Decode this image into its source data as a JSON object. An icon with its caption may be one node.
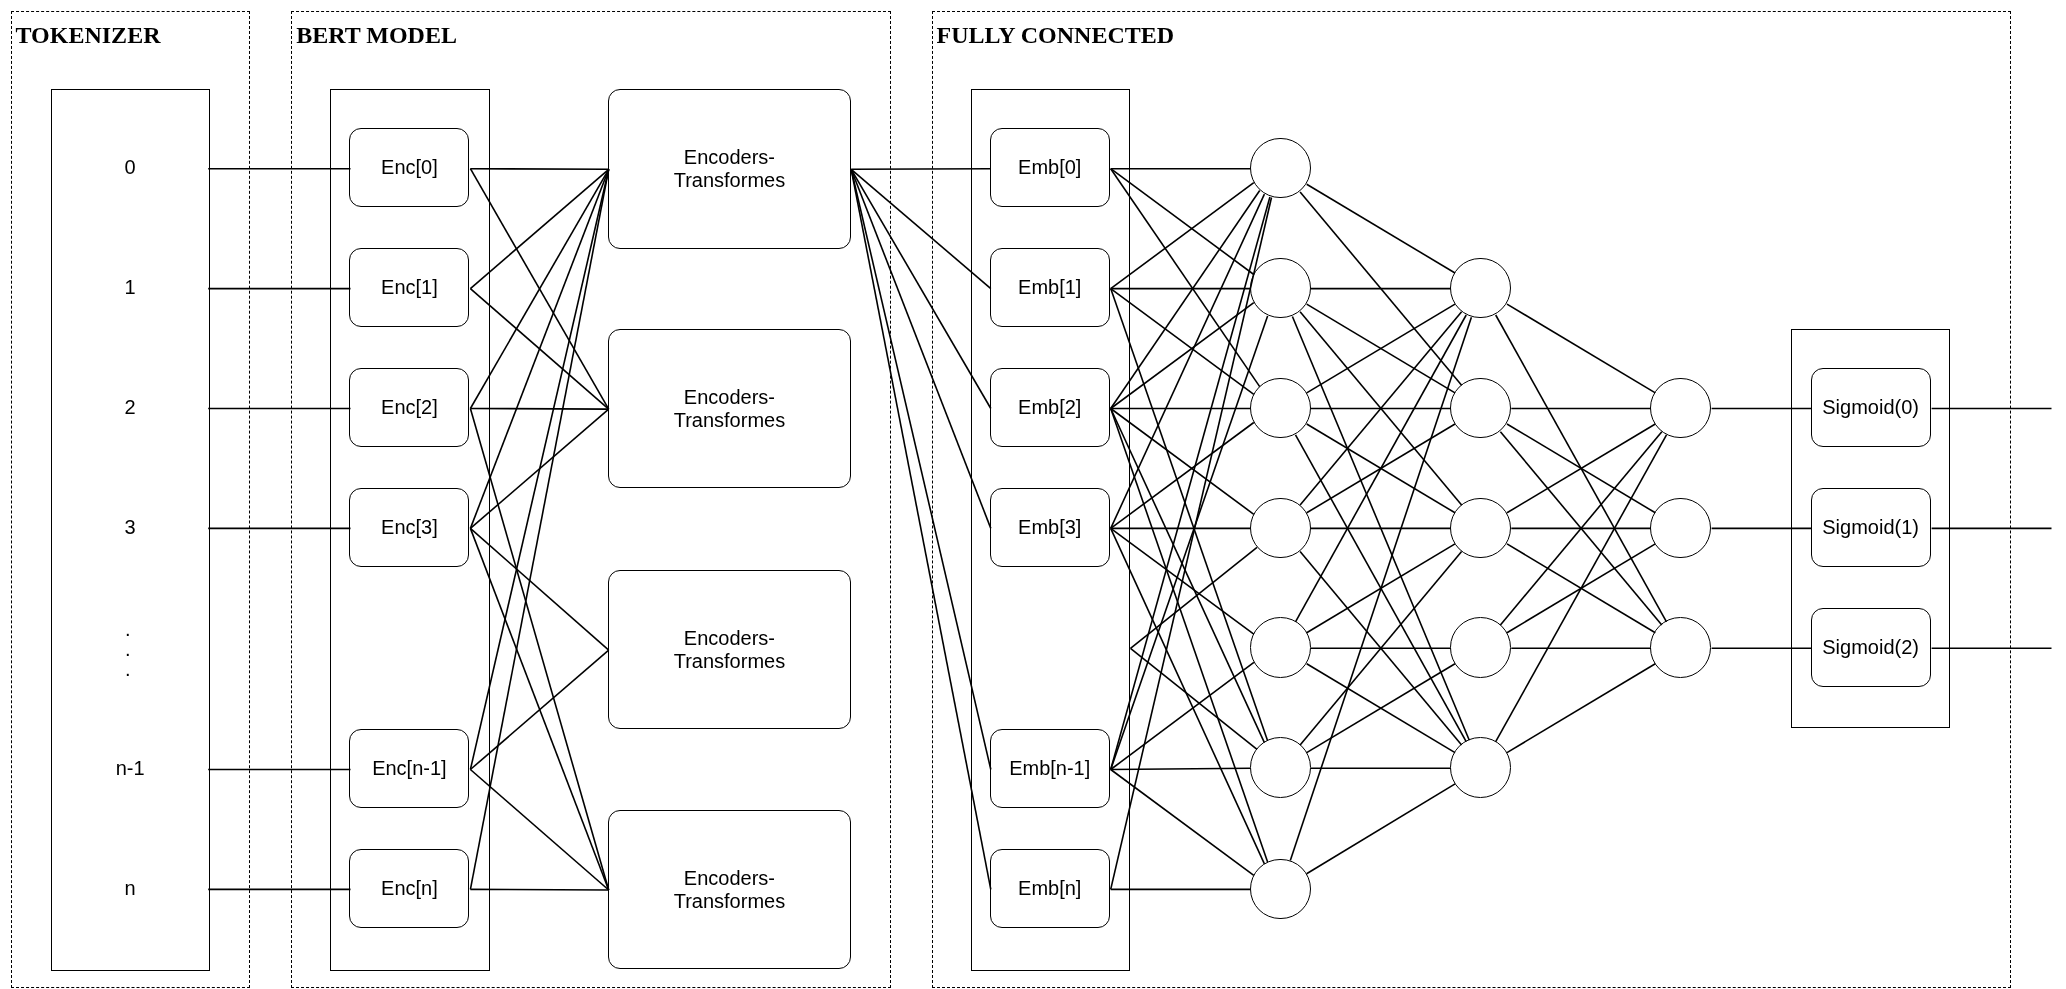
{
  "diagram": {
    "nodes": [
      {
        "text": [
          "TOKENIZER"
        ]
      },
      {
        "text": [],
        "shape": "box",
        "in": 0
      },
      {
        "text": [
          "0"
        ],
        "in": 1
      },
      {
        "text": [
          "1"
        ],
        "in": 1
      },
      {
        "text": [
          "2"
        ],
        "in": 1
      },
      {
        "text": [
          "3"
        ],
        "in": 1
      },
      {
        "text": [
          "n-1"
        ],
        "in": 1
      },
      {
        "text": [
          "n"
        ],
        "in": 1
      },
      {
        "text": [
          "BERT MODEL"
        ]
      },
      {
        "text": [],
        "shape": "box",
        "in": 8
      },
      {
        "text": [
          "Enc[0]"
        ],
        "in": 9
      },
      {
        "text": [
          "Enc[1]"
        ],
        "in": 9
      },
      {
        "text": [
          "Enc[2]"
        ],
        "in": 9
      },
      {
        "text": [
          "Enc[3]"
        ],
        "in": 9
      },
      {
        "text": [
          "Enc[n-1]"
        ],
        "in": 9
      },
      {
        "text": [
          "Enc[n]"
        ],
        "in": 9
      },
      {
        "text": [
          "Encoders- Transformes"
        ],
        "in": 8
      },
      {
        "text": [
          "Encoders- Transformes"
        ],
        "in": 8
      },
      {
        "text": [
          "Encoders- Transformes"
        ],
        "in": 8
      },
      {
        "text": [
          "Encoders- Transformes"
        ],
        "in": 8
      },
      {
        "text": [
          "FULLY CONNECTED"
        ]
      },
      {
        "text": [],
        "shape": "box",
        "in": 20
      },
      {
        "text": [
          "Emb[0]"
        ],
        "in": 21
      },
      {
        "text": [
          "Emb[1]"
        ],
        "in": 21
      },
      {
        "text": [
          "Emb[2]"
        ],
        "in": 21
      },
      {
        "text": [
          "Emb[3]"
        ],
        "in": 21
      },
      {
        "text": [
          "Emb[n-1]"
        ],
        "in": 21
      },
      {
        "text": [
          "Emb[n]"
        ],
        "in": 21
      },
      {
        "text": [],
        "shape": "circle",
        "in": 20
      },
      {
        "text": [],
        "shape": "circle",
        "in": 20
      },
      {
        "text": [],
        "shape": "circle",
        "in": 20
      },
      {
        "text": [],
        "shape": "circle",
        "in": 20
      },
      {
        "text": [],
        "shape": "circle",
        "in": 20
      },
      {
        "text": [],
        "shape": "circle",
        "in": 20
      },
      {
        "text": [],
        "shape": "circle",
        "in": 20
      },
      {
        "text": [],
        "shape": "circle",
        "in": 20
      },
      {
        "text": [],
        "shape": "circle",
        "in": 20
      },
      {
        "text": [],
        "shape": "circle",
        "in": 20
      },
      {
        "text": [],
        "shape": "circle",
        "in": 20
      },
      {
        "text": [],
        "shape": "circle",
        "in": 20
      },
      {
        "text": [],
        "shape": "circle",
        "in": 20
      },
      {
        "text": [],
        "shape": "circle",
        "in": 20
      },
      {
        "text": [],
        "shape": "circle",
        "in": 20
      },
      {
        "text": [],
        "shape": "box",
        "in": 20
      },
      {
        "text": [
          "Sigmoid(0)"
        ],
        "in": 43
      },
      {
        "text": [
          "Sigmoid(1)"
        ],
        "in": 43
      },
      {
        "text": [
          "Sigmoid(2)"
        ],
        "in": 43
      }
    ],
    "edges": [
      {
        "from": 2,
        "to": 10,
        "arrow": "none"
      },
      {
        "from": 3,
        "to": 11,
        "arrow": "none"
      },
      {
        "from": 4,
        "to": 12,
        "arrow": "none"
      },
      {
        "from": 5,
        "to": 13,
        "arrow": "none"
      },
      {
        "from": 6,
        "to": 14,
        "arrow": "none"
      },
      {
        "from": 7,
        "to": 15,
        "arrow": "none"
      },
      {
        "from": 10,
        "to": 16,
        "arrow": "none"
      },
      {
        "from": 10,
        "to": 17,
        "arrow": "none"
      },
      {
        "from": 11,
        "to": 16,
        "arrow": "none"
      },
      {
        "from": 11,
        "to": 17,
        "arrow": "none"
      },
      {
        "from": 12,
        "to": 16,
        "arrow": "none"
      },
      {
        "from": 12,
        "to": 17,
        "arrow": "none"
      },
      {
        "from": 12,
        "to": 19,
        "arrow": "none"
      },
      {
        "from": 13,
        "to": 16,
        "arrow": "none"
      },
      {
        "from": 13,
        "to": 17,
        "arrow": "none"
      },
      {
        "from": 13,
        "to": 18,
        "arrow": "none"
      },
      {
        "from": 13,
        "to": 19,
        "arrow": "none"
      },
      {
        "from": 14,
        "to": 16,
        "arrow": "none"
      },
      {
        "from": 14,
        "to": 18,
        "arrow": "none"
      },
      {
        "from": 14,
        "to": 19,
        "arrow": "none"
      },
      {
        "from": 15,
        "to": 16,
        "arrow": "none"
      },
      {
        "from": 15,
        "to": 19,
        "arrow": "none"
      },
      {
        "from": 16,
        "to": 22,
        "arrow": "none"
      },
      {
        "from": 16,
        "to": 23,
        "arrow": "none"
      },
      {
        "from": 16,
        "to": 24,
        "arrow": "none"
      },
      {
        "from": 16,
        "to": 25,
        "arrow": "none"
      },
      {
        "from": 16,
        "to": 26,
        "arrow": "none"
      },
      {
        "from": 16,
        "to": 27,
        "arrow": "none"
      },
      {
        "from": 22,
        "to": 28,
        "arrow": "none"
      },
      {
        "from": 22,
        "to": 29,
        "arrow": "none"
      },
      {
        "from": 22,
        "to": 30,
        "arrow": "none"
      },
      {
        "from": 23,
        "to": 28,
        "arrow": "none"
      },
      {
        "from": 23,
        "to": 29,
        "arrow": "none"
      },
      {
        "from": 23,
        "to": 30,
        "arrow": "none"
      },
      {
        "from": 23,
        "to": 33,
        "arrow": "none"
      },
      {
        "from": 24,
        "to": 28,
        "arrow": "none"
      },
      {
        "from": 24,
        "to": 29,
        "arrow": "none"
      },
      {
        "from": 24,
        "to": 30,
        "arrow": "none"
      },
      {
        "from": 24,
        "to": 31,
        "arrow": "none"
      },
      {
        "from": 24,
        "to": 33,
        "arrow": "none"
      },
      {
        "from": 24,
        "to": 34,
        "arrow": "none"
      },
      {
        "from": 25,
        "to": 28,
        "arrow": "none"
      },
      {
        "from": 25,
        "to": 30,
        "arrow": "none"
      },
      {
        "from": 25,
        "to": 31,
        "arrow": "none"
      },
      {
        "from": 25,
        "to": 32,
        "arrow": "none"
      },
      {
        "from": 25,
        "to": 34,
        "arrow": "none"
      },
      {
        "from": 26,
        "to": 28,
        "arrow": "none"
      },
      {
        "from": 26,
        "to": 29,
        "arrow": "none"
      },
      {
        "from": 26,
        "to": 32,
        "arrow": "none"
      },
      {
        "from": 26,
        "to": 33,
        "arrow": "none"
      },
      {
        "from": 26,
        "to": 34,
        "arrow": "none"
      },
      {
        "from": 27,
        "to": 28,
        "arrow": "none"
      },
      {
        "from": 27,
        "to": 34,
        "arrow": "none"
      },
      {
        "from": 21,
        "to": 31,
        "arrow": "none"
      },
      {
        "from": 21,
        "to": 33,
        "arrow": "none"
      },
      {
        "from": 28,
        "to": 35,
        "arrow": "none"
      },
      {
        "from": 28,
        "to": 36,
        "arrow": "none"
      },
      {
        "from": 29,
        "to": 35,
        "arrow": "none"
      },
      {
        "from": 29,
        "to": 36,
        "arrow": "none"
      },
      {
        "from": 29,
        "to": 37,
        "arrow": "none"
      },
      {
        "from": 29,
        "to": 39,
        "arrow": "none"
      },
      {
        "from": 30,
        "to": 35,
        "arrow": "none"
      },
      {
        "from": 30,
        "to": 36,
        "arrow": "none"
      },
      {
        "from": 30,
        "to": 37,
        "arrow": "none"
      },
      {
        "from": 30,
        "to": 39,
        "arrow": "none"
      },
      {
        "from": 31,
        "to": 35,
        "arrow": "none"
      },
      {
        "from": 31,
        "to": 36,
        "arrow": "none"
      },
      {
        "from": 31,
        "to": 37,
        "arrow": "none"
      },
      {
        "from": 31,
        "to": 39,
        "arrow": "none"
      },
      {
        "from": 32,
        "to": 35,
        "arrow": "none"
      },
      {
        "from": 32,
        "to": 37,
        "arrow": "none"
      },
      {
        "from": 32,
        "to": 38,
        "arrow": "none"
      },
      {
        "from": 32,
        "to": 39,
        "arrow": "none"
      },
      {
        "from": 33,
        "to": 37,
        "arrow": "none"
      },
      {
        "from": 33,
        "to": 38,
        "arrow": "none"
      },
      {
        "from": 33,
        "to": 39,
        "arrow": "none"
      },
      {
        "from": 34,
        "to": 35,
        "arrow": "none"
      },
      {
        "from": 34,
        "to": 39,
        "arrow": "none"
      },
      {
        "from": 35,
        "to": 40,
        "arrow": "none"
      },
      {
        "from": 35,
        "to": 42,
        "arrow": "none"
      },
      {
        "from": 36,
        "to": 40,
        "arrow": "none"
      },
      {
        "from": 36,
        "to": 41,
        "arrow": "none"
      },
      {
        "from": 36,
        "to": 42,
        "arrow": "none"
      },
      {
        "from": 37,
        "to": 40,
        "arrow": "none"
      },
      {
        "from": 37,
        "to": 41,
        "arrow": "none"
      },
      {
        "from": 37,
        "to": 42,
        "arrow": "none"
      },
      {
        "from": 38,
        "to": 40,
        "arrow": "none"
      },
      {
        "from": 38,
        "to": 41,
        "arrow": "none"
      },
      {
        "from": 38,
        "to": 42,
        "arrow": "none"
      },
      {
        "from": 39,
        "to": 40,
        "arrow": "none"
      },
      {
        "from": 39,
        "to": 42,
        "arrow": "none"
      },
      {
        "from": 40,
        "to": 44,
        "arrow": "none"
      },
      {
        "from": 41,
        "to": 45,
        "arrow": "none"
      },
      {
        "from": 42,
        "to": 46,
        "arrow": "none"
      },
      {
        "from": 44,
        "to": null,
        "arrow": "none"
      },
      {
        "from": 45,
        "to": null,
        "arrow": "none"
      },
      {
        "from": 46,
        "to": null,
        "arrow": "none"
      }
    ],
    "labels": [
      ". . ."
    ]
  }
}
